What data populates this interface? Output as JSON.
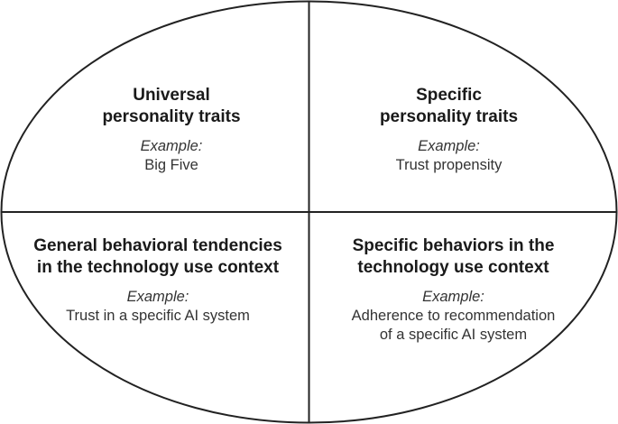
{
  "colors": {
    "stroke": "#222222",
    "text": "#222222",
    "background": "#ffffff"
  },
  "quadrants": {
    "top_left": {
      "title_lines": [
        "Universal",
        "personality traits"
      ],
      "example_label": "Example:",
      "example_lines": [
        "Big Five"
      ]
    },
    "top_right": {
      "title_lines": [
        "Specific",
        "personality traits"
      ],
      "example_label": "Example:",
      "example_lines": [
        "Trust propensity"
      ]
    },
    "bottom_left": {
      "title_lines": [
        "General behavioral tendencies",
        "in the technology use context"
      ],
      "example_label": "Example:",
      "example_lines": [
        "Trust in a specific AI system"
      ]
    },
    "bottom_right": {
      "title_lines": [
        "Specific behaviors in the",
        "technology use context"
      ],
      "example_label": "Example:",
      "example_lines": [
        "Adherence to recommendation",
        "of a specific AI system"
      ]
    }
  }
}
